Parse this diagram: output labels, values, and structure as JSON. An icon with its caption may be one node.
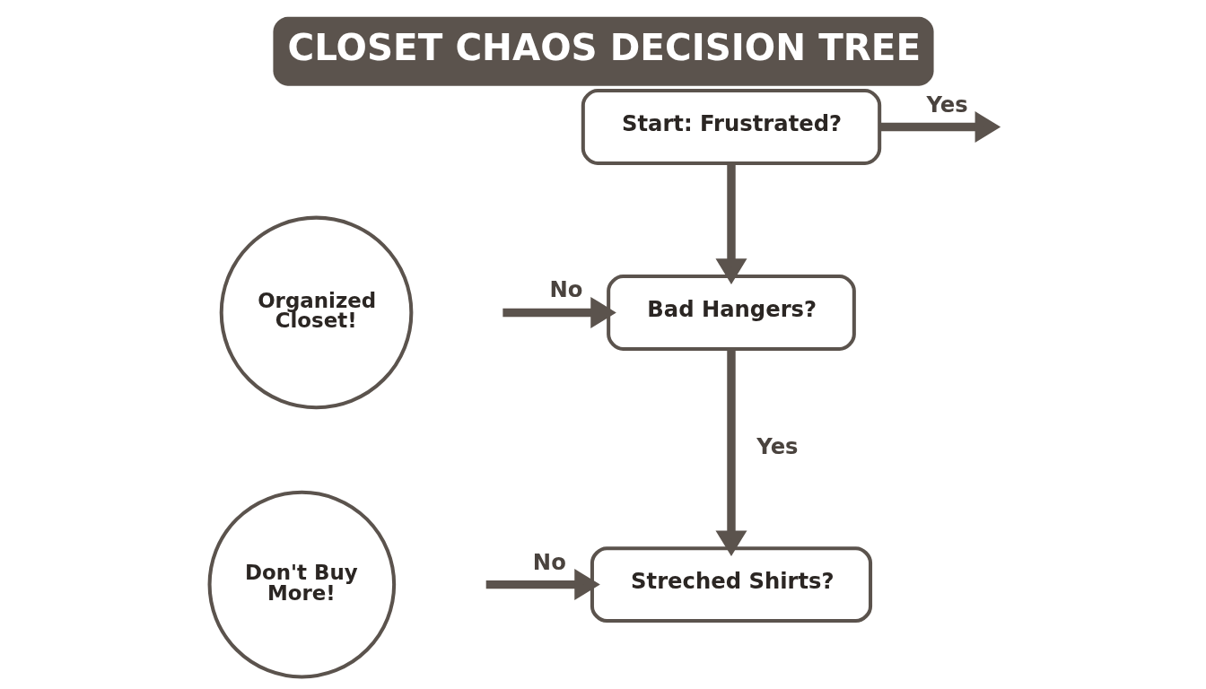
{
  "diagram": {
    "title": "CLOSET CHAOS DECISION TREE",
    "nodes": [
      {
        "text": [
          "Start: Frustrated?"
        ]
      },
      {
        "text": [
          "Bad Hangers?"
        ]
      },
      {
        "text": [
          "Organized Closet!"
        ]
      },
      {
        "text": [
          "Streched Shirts?"
        ]
      },
      {
        "text": [
          "Don't Buy More!"
        ]
      }
    ],
    "edges": [
      {
        "from": 0,
        "to": null,
        "arrow": "to",
        "label": "Yes"
      },
      {
        "from": 0,
        "to": 1,
        "arrow": "to"
      },
      {
        "from": null,
        "to": 1,
        "arrow": "to",
        "label": "No"
      },
      {
        "from": 1,
        "to": 3,
        "arrow": "to",
        "label": "Yes"
      },
      {
        "from": null,
        "to": 3,
        "arrow": "to",
        "label": "No"
      }
    ]
  }
}
